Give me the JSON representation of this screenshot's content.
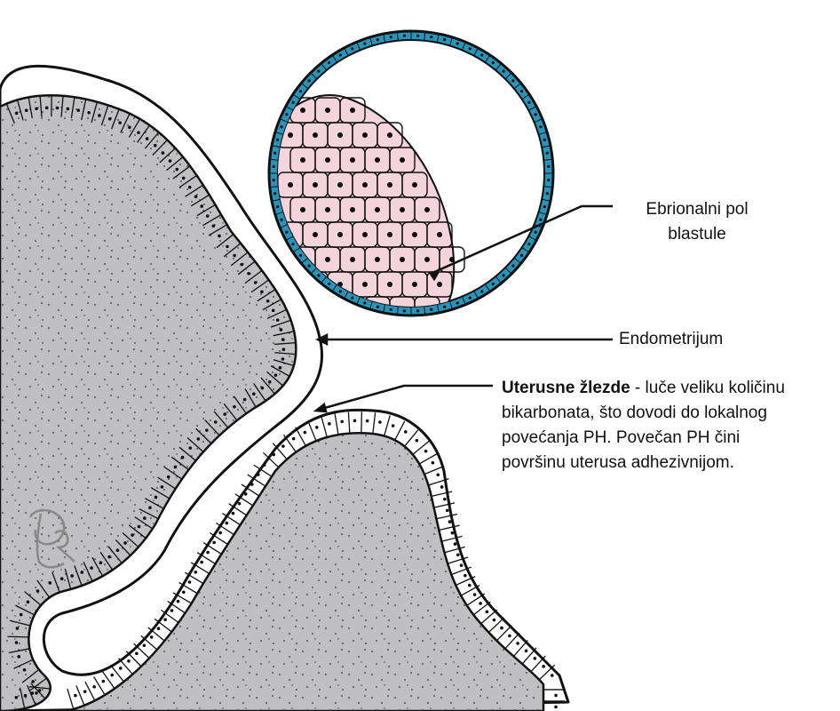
{
  "labels": {
    "embryonic_pole_line1": "Ebrionalni pol",
    "embryonic_pole_line2": "blastule",
    "endometrium": "Endometrijum",
    "glands_title": "Uterusne žlezde",
    "glands_text_line1": " - luče veliku količinu",
    "glands_text_line2": "bikarbonata,  što dovodi do lokalnog",
    "glands_text_line3": "povećanja PH. Povečan PH čini",
    "glands_text_line4": "površinu uterusa adhezivnijom."
  },
  "signature": "DR",
  "colors": {
    "tissue": "#c0c0c2",
    "trophoblast": "#2a93b8",
    "embryoblast": "#f5d5dd",
    "outline": "#111111"
  },
  "icons": {
    "signature": "dr-signature-icon"
  }
}
